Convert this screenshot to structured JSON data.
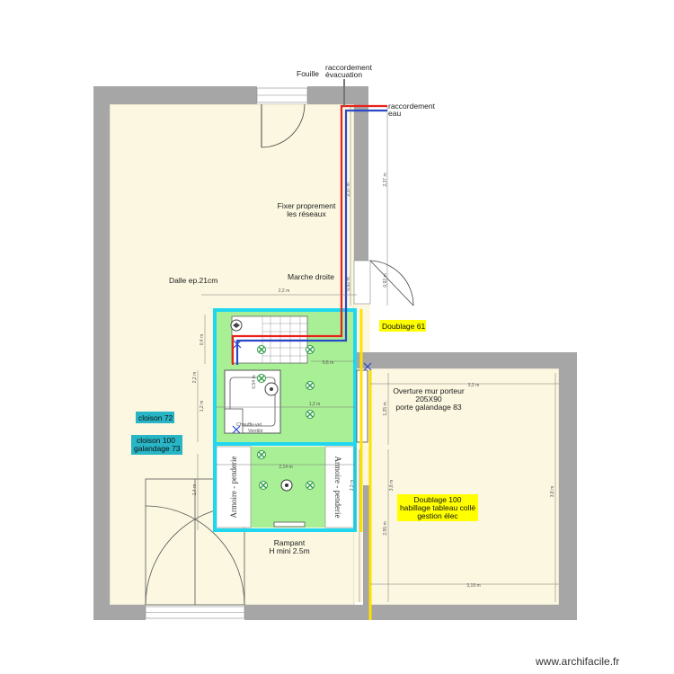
{
  "labels": {
    "fouille": "Fouille",
    "raccordement_evac_1": "raccordement",
    "raccordement_evac_2": "évacuation",
    "raccordement_eau_1": "raccordement",
    "raccordement_eau_2": "eau",
    "fixer_1": "Fixer proprement",
    "fixer_2": "les réseaux",
    "marche_droite": "Marche droite",
    "dalle": "Dalle ep.21cm",
    "ouverture_1": "Overture mur porteur",
    "ouverture_2": "205X90",
    "ouverture_3": "porte galandage 83",
    "rampant_1": "Rampant",
    "rampant_2": "H mini 2.5m",
    "chauffe_eau_1": "Chauffe-vel",
    "chauffe_eau_2": "Ventilé",
    "armoire_left": "Armoire - penderie",
    "armoire_right": "Armoire - penderie"
  },
  "tags": {
    "doublage_61": "Doublage 61",
    "cloison_72": "cloison 72",
    "cloison_100_1": "cloison 100",
    "cloison_100_2": "galandage 73",
    "doublage_100_1": "Doublage 100",
    "doublage_100_2": "habillage tableau collé",
    "doublage_100_3": "gestion élec"
  },
  "dimensions": {
    "d_237_a": "2,37 m",
    "d_237_b": "2,37 m",
    "d_092_a": "0,92 m",
    "d_092_b": "0,92 m",
    "d_22_top": "2,2 m",
    "d_22_side": "2,2 m",
    "d_04": "0,4 m",
    "d_12_side": "1,2 m",
    "d_06": "0,6 m",
    "d_12_room": "1,2 m",
    "d_054": "0,54 m",
    "d_214": "2,14 m",
    "d_14": "1,4 m",
    "d_33": "3,3 m",
    "d_32": "3,2 m",
    "d_125": "1,25 m",
    "d_38_a": "3,8 m",
    "d_255": "2,55 m",
    "d_38_b": "3,8 m",
    "d_319": "3,19 m"
  },
  "watermark": "www.archifacile.fr",
  "colors": {
    "floor": "#fbf7e0",
    "wall": "#a6a6a6",
    "bath": "#a8ef96",
    "insulation": "#1fd8f0",
    "hot_pipe": "#e8211b",
    "cold_pipe": "#2b48c8",
    "tag_yellow": "#ffff00",
    "tag_teal": "#28b5c6",
    "doublage_line": "#ffe000",
    "fixture": "#2e9c48"
  }
}
